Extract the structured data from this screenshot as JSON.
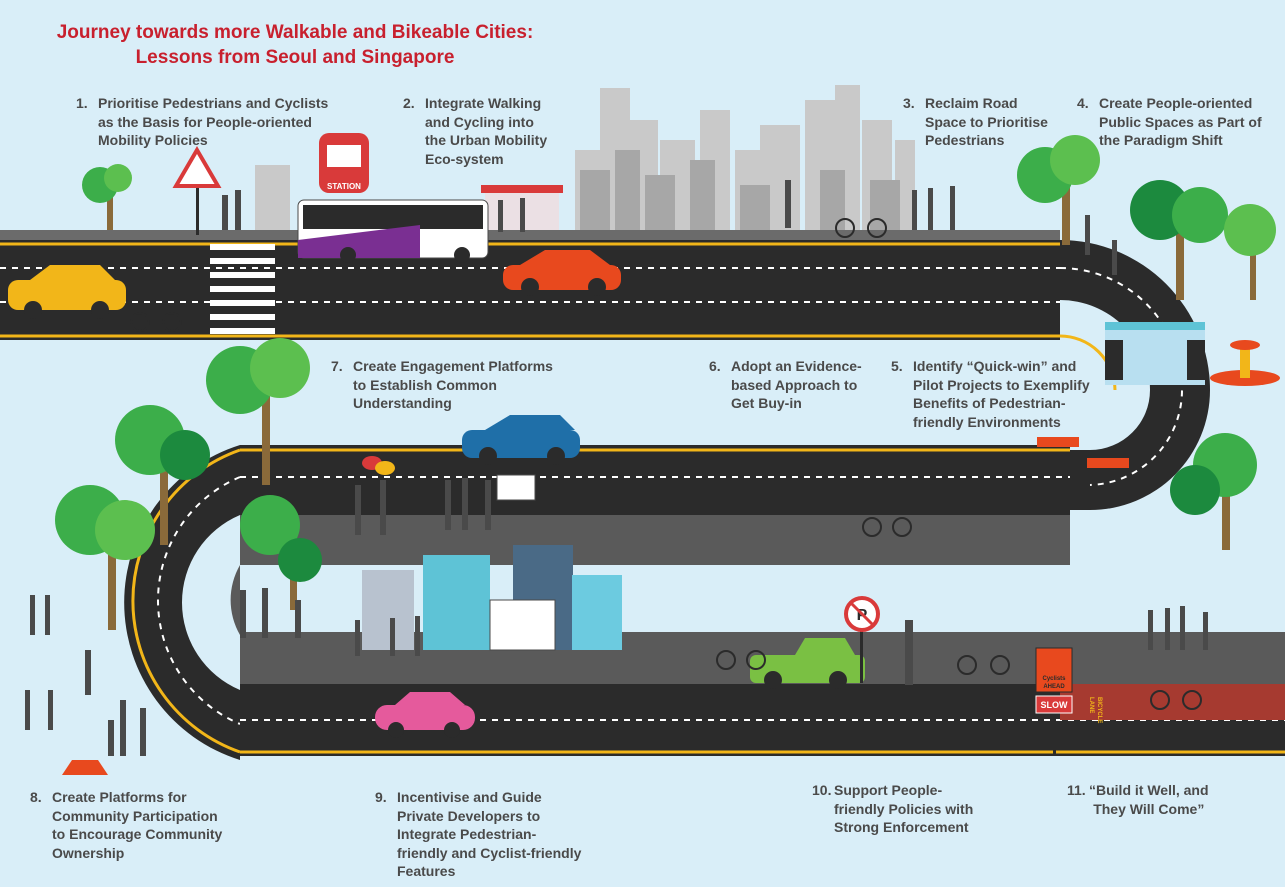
{
  "title": {
    "line1": "Journey towards more Walkable and Bikeable Cities:",
    "line2": "Lessons from Seoul and Singapore"
  },
  "steps": [
    {
      "num": "1.",
      "text": "Prioritise Pedestrians and Cyclists\nas the Basis for People-oriented\nMobility Policies"
    },
    {
      "num": "2.",
      "text": "Integrate Walking\nand Cycling into\nthe Urban Mobility\nEco-system"
    },
    {
      "num": "3.",
      "text": "Reclaim Road\nSpace to Prioritise\nPedestrians"
    },
    {
      "num": "4.",
      "text": "Create People-oriented\nPublic Spaces as Part of\nthe Paradigm Shift"
    },
    {
      "num": "5.",
      "text": "Identify “Quick-win” and\nPilot Projects to Exemplify\nBenefits of Pedestrian-\nfriendly Environments"
    },
    {
      "num": "6.",
      "text": "Adopt an Evidence-\nbased Approach to\nGet Buy-in"
    },
    {
      "num": "7.",
      "text": "Create Engagement Platforms\nto Establish Common\nUnderstanding"
    },
    {
      "num": "8.",
      "text": "Create Platforms for\nCommunity Participation\nto Encourage Community\nOwnership"
    },
    {
      "num": "9.",
      "text": "Incentivise and Guide\nPrivate Developers to\nIntegrate Pedestrian-\nfriendly and Cyclist-friendly\nFeatures"
    },
    {
      "num": "10.",
      "text": "Support People-\nfriendly Policies with\nStrong Enforcement"
    },
    {
      "num": "11.",
      "text": "“Build it Well, and\nThey Will Come”"
    }
  ],
  "signs": {
    "station": "STATION",
    "cyclists_ahead_1": "Cyclists",
    "cyclists_ahead_2": "AHEAD",
    "slow": "SLOW",
    "bicycle_lane_1": "BICYCLE",
    "bicycle_lane_2": "LANE",
    "no_parking": "P"
  },
  "colors": {
    "background": "#d9eef8",
    "road": "#2b2b2b",
    "road_edge": "#f2b619",
    "sidewalk": "#5a5a5a",
    "title": "#c8202e",
    "text": "#4a4a4a",
    "tree": "#3cae4a",
    "bike_lane": "#a63a30"
  }
}
